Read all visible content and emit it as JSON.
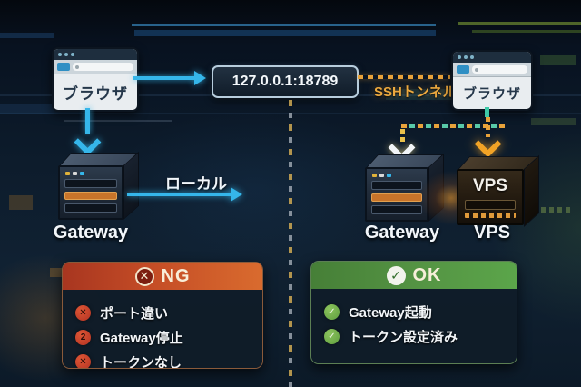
{
  "diagram": {
    "browser_left": {
      "label": "ブラウザ"
    },
    "browser_right": {
      "label": "ブラウザ"
    },
    "address_box": {
      "value": "127.0.0.1:18789"
    },
    "ssh_tunnel_label": "SSHトンネル",
    "local_label": "ローカル",
    "gateway_left_label": "Gateway",
    "gateway_right_label": "Gateway",
    "vps_label": "VPS",
    "vps_front_label": "VPS"
  },
  "ng_panel": {
    "title": "NG",
    "icon_glyph": "✕",
    "items": [
      {
        "glyph": "✕",
        "text": "ポート違い"
      },
      {
        "glyph": "2",
        "text": "Gateway停止"
      },
      {
        "glyph": "✕",
        "text": "トークンなし"
      }
    ]
  },
  "ok_panel": {
    "title": "OK",
    "icon_glyph": "✓",
    "items": [
      {
        "glyph": "✓",
        "text": "Gateway起動"
      },
      {
        "glyph": "✓",
        "text": "トークン設定済み"
      }
    ]
  },
  "colors": {
    "accent_cyan": "#35b6ea",
    "accent_orange": "#e8a23a",
    "ng_header": "#c54d26",
    "ok_header": "#549343",
    "badge_red": "#c0392b",
    "badge_green": "#6aaa4a"
  }
}
